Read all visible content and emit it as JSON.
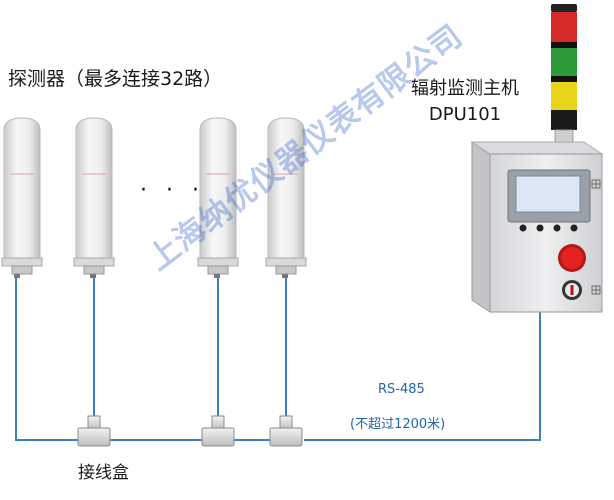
{
  "labels": {
    "detectors": "探测器（最多连接32路）",
    "monitor_line1": "辐射监测主机",
    "monitor_line2": "DPU101",
    "junction_box": "接线盒",
    "bus_protocol": "RS-485",
    "bus_distance": "(不超过1200米)",
    "ellipsis": "· · ·",
    "watermark": "上海纳优仪器仪表有限公司"
  },
  "colors": {
    "cable": "#3b7fc4",
    "detector_body": "#ececec",
    "cabinet": "#e6e7e9",
    "screen": "#dbe7f5",
    "light_red": "#d62b2b",
    "light_green": "#2e9b3a",
    "light_yellow": "#e8d51a",
    "emergency_button": "#e52222"
  }
}
